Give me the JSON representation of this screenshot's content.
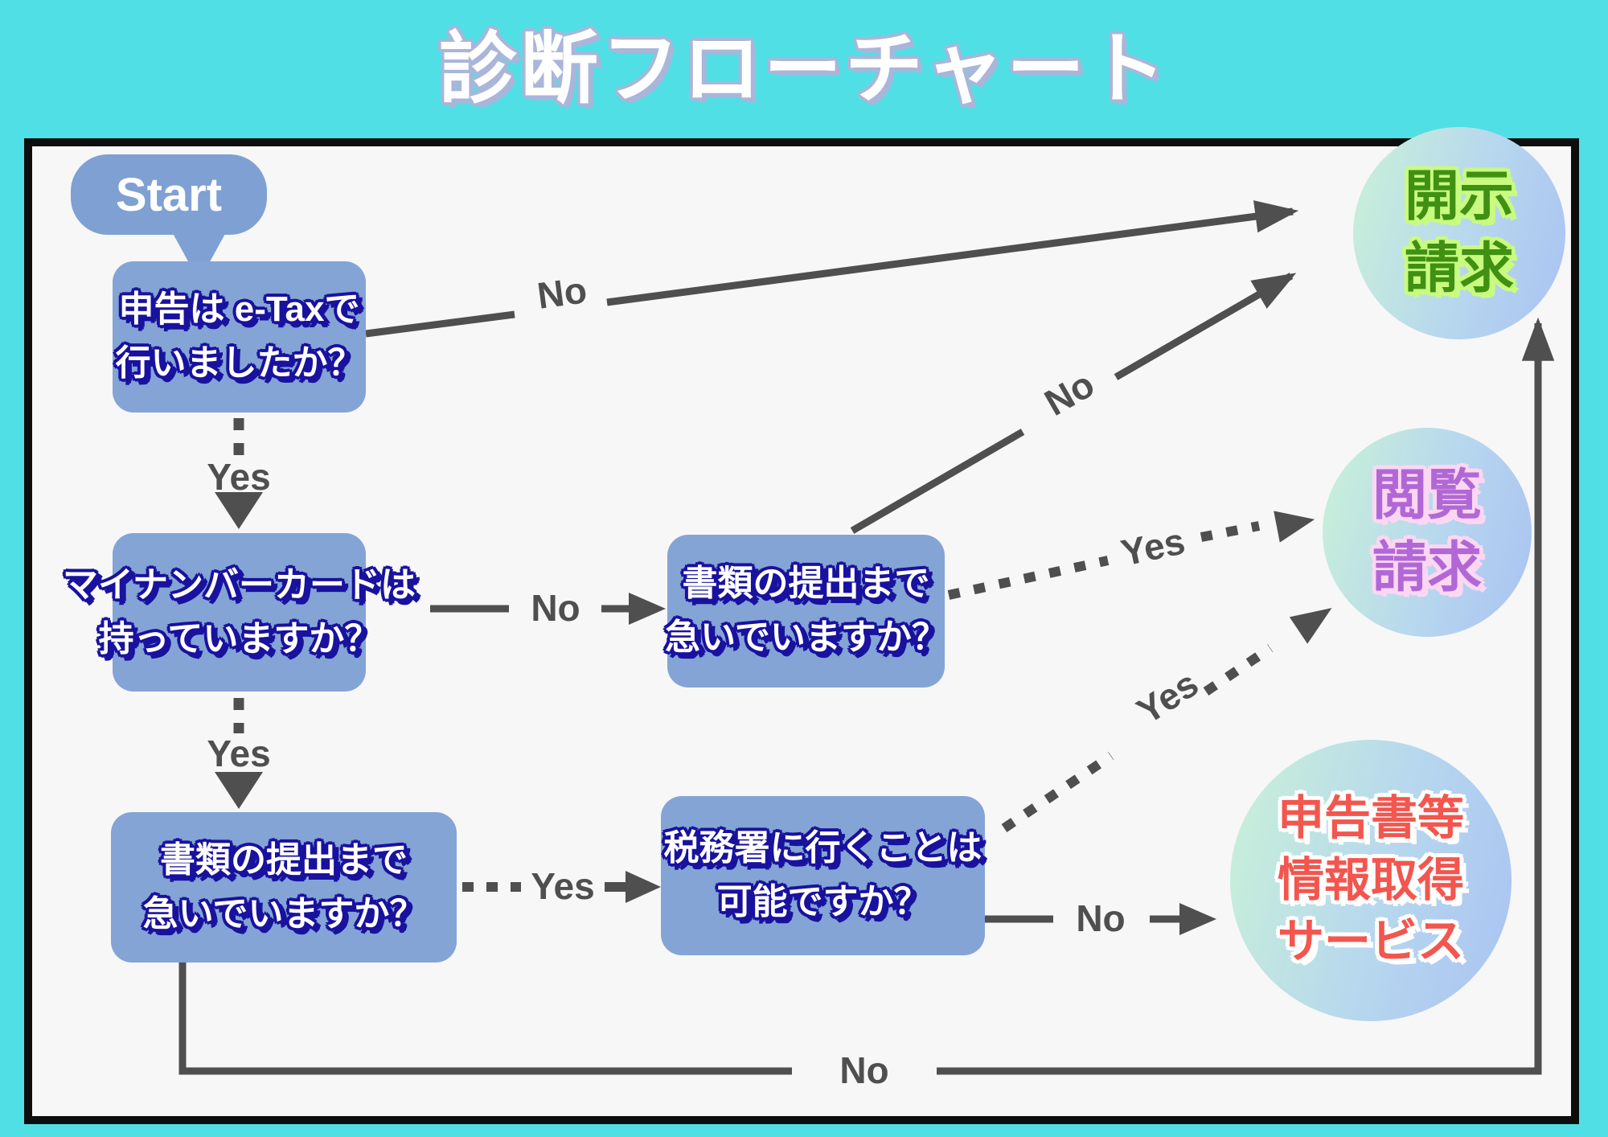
{
  "title": "診断フローチャート",
  "start": {
    "label": "Start"
  },
  "nodes": {
    "q1": {
      "line1": "申告は e-Taxで",
      "line2": "行いましたか？"
    },
    "q2": {
      "line1": "マイナンバーカードは",
      "line2": "持っていますか？"
    },
    "q3": {
      "line1": "書類の提出まで",
      "line2": "急いでいますか？"
    },
    "q4": {
      "line1": "書類の提出まで",
      "line2": "急いでいますか？"
    },
    "q5": {
      "line1": "税務署に行くことは",
      "line2": "可能ですか？"
    }
  },
  "outcomes": {
    "kaiji": {
      "line1": "開示",
      "line2": "請求",
      "text_color": "#3f9013",
      "glow_color": "#c8fb80"
    },
    "etsuran": {
      "line1": "閲覧",
      "line2": "請求",
      "text_color": "#b168d6",
      "glow_color": "#fcd7f3"
    },
    "shinkoku": {
      "line1": "申告書等",
      "line2": "情報取得",
      "line3": "サービス",
      "text_color": "#f2564e",
      "glow_color": "#ffffff"
    }
  },
  "edges": [
    {
      "id": "q1-yes",
      "label": "Yes"
    },
    {
      "id": "q1-no",
      "label": "No"
    },
    {
      "id": "q2-yes",
      "label": "Yes"
    },
    {
      "id": "q2-no",
      "label": "No"
    },
    {
      "id": "q3-yes",
      "label": "Yes"
    },
    {
      "id": "q3-no",
      "label": "No"
    },
    {
      "id": "q4-yes",
      "label": "Yes"
    },
    {
      "id": "q4-no",
      "label": "No"
    },
    {
      "id": "q5-yes",
      "label": "Yes"
    },
    {
      "id": "q5-no",
      "label": "No"
    }
  ],
  "colors": {
    "background": "#50dfe4",
    "panel": "#f7f7f8",
    "panel_border": "#0d0d0d",
    "node_fill": "#84a4d6",
    "bubble_fill": "#7fa0d2",
    "node_text": "#ffffff",
    "node_text_outline": "#19129e",
    "line_gray": "#4f4f4f",
    "title_text": "#ffffff",
    "title_outline": "#a9b6da",
    "circle_gradient_left": "#c9f2d7",
    "circle_gradient_right": "#a9c2f2"
  }
}
